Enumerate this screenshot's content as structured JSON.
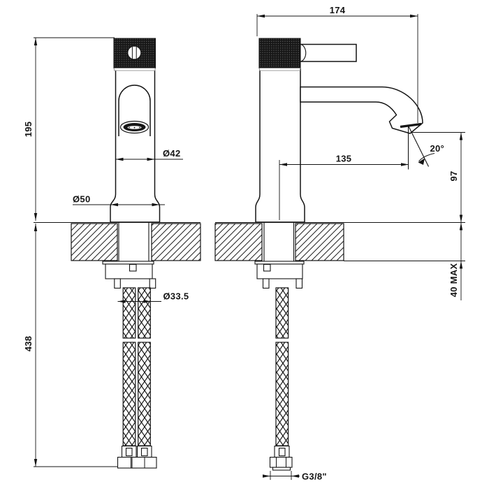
{
  "drawing": {
    "type": "technical-diagram",
    "subject": "single-hole basin mixer tap, front and side installation drawing",
    "labels": {
      "overall_depth": "174",
      "height_above_deck": "195",
      "body_diameter": "Ø42",
      "base_diameter": "Ø50",
      "spout_reach": "135",
      "spray_angle": "20°",
      "outlet_height": "97",
      "deck_thickness_max": "40 MAX",
      "below_deck_length": "438",
      "hole_diameter": "Ø33.5",
      "hose_thread": "G3/8\""
    },
    "colors": {
      "line": "#141414",
      "background": "#ffffff"
    }
  }
}
